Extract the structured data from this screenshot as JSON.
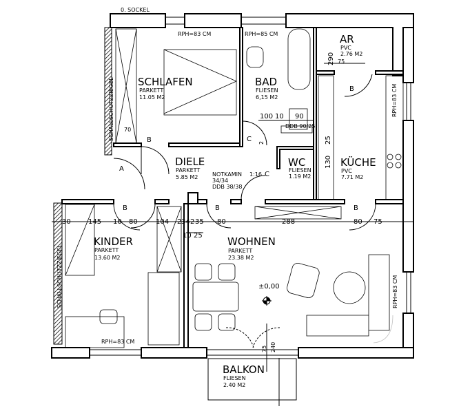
{
  "plan": {
    "sockel": "0. SOCKEL",
    "rooms": {
      "schlafen": {
        "name": "SCHLAFEN",
        "floor": "PARKETT",
        "area": "11.05 M2"
      },
      "bad": {
        "name": "BAD",
        "floor": "FLIESEN",
        "area": "6,15 M2"
      },
      "ar": {
        "name": "AR",
        "floor": "PVC",
        "area": "2.76 M2"
      },
      "diele": {
        "name": "DIELE",
        "floor": "PARKETT",
        "area": "5.85 M2"
      },
      "wc": {
        "name": "WC",
        "floor": "FLIESEN",
        "area": "1.19 M2"
      },
      "kueche": {
        "name": "KÜCHE",
        "floor": "PVC",
        "area": "7.71 M2"
      },
      "kinder": {
        "name": "KINDER",
        "floor": "PARKETT",
        "area": "13.60 M2"
      },
      "wohnen": {
        "name": "WOHNEN",
        "floor": "PARKETT",
        "area": "23.38 M2"
      },
      "balkon": {
        "name": "BALKON",
        "floor": "FLIESEN",
        "area": "2.40 M2"
      }
    },
    "rph": {
      "schlafen": "RPH=83 CM",
      "bad": "RPH=85 CM",
      "kueche": "RPH=83 CM",
      "kinder": "RPH=83 CM",
      "wohnen": "RPH=83 CM"
    },
    "notkamin": [
      "NOTKAMIN",
      "34/34",
      "DDB 38/38"
    ],
    "ddb": "DDB 90/25",
    "level": "±0,00",
    "wall_label": "SCHALLSCHUTZZIEGEL",
    "door_labels": {
      "a": "A",
      "b": "B",
      "c": "C"
    },
    "scale": "1:16",
    "dims_row": [
      "30",
      "145",
      "10",
      "80",
      "104",
      "2",
      "34",
      "2",
      "35",
      "80",
      "288",
      "80",
      "75"
    ],
    "dims_other": {
      "d290": "290",
      "d75": "75",
      "d100": "100",
      "d10": "10",
      "d90": "90",
      "d70": "70",
      "d130": "130",
      "d25": "25",
      "d10b": "10",
      "d25b": "25",
      "d75b": "75",
      "d240": "240",
      "d2": "2"
    }
  }
}
